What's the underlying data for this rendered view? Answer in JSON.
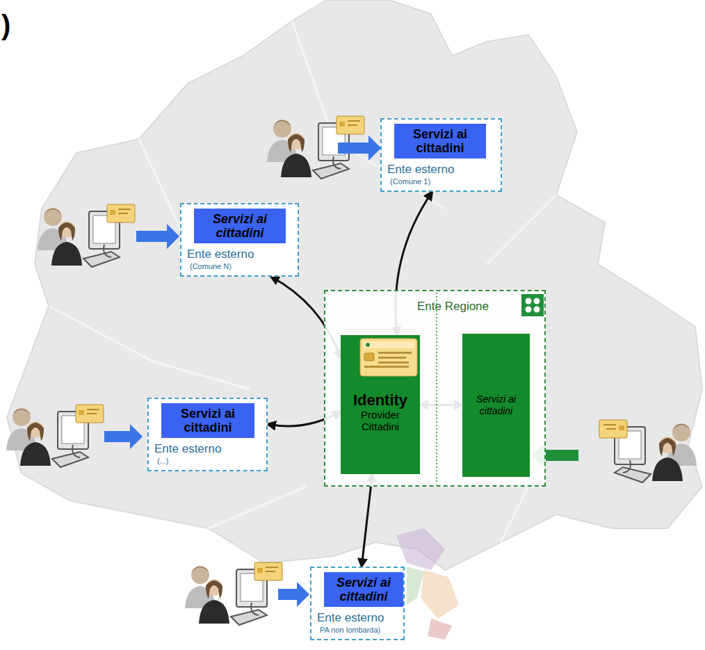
{
  "diagram": {
    "nodes": [
      {
        "text": [
          "Ente esterno",
          "(Comune 1)"
        ]
      },
      {
        "text": [
          "Servizi ai cittadini"
        ],
        "in": 0
      },
      {
        "text": [
          "Ente esterno",
          "(Comune N)"
        ]
      },
      {
        "text": [
          "Servizi ai cittadini"
        ],
        "in": 2
      },
      {
        "text": [
          "Ente Regione"
        ]
      },
      {
        "text": [
          "Identity",
          "Provider Cittadini"
        ],
        "in": 4
      },
      {
        "text": [
          "Servizi ai cittadini"
        ],
        "in": 4
      },
      {
        "text": [
          "Ente esterno",
          "(...)"
        ]
      },
      {
        "text": [
          "Servizi ai cittadini"
        ],
        "in": 7
      },
      {
        "text": [
          "Ente esterno",
          "PA non lombarda)"
        ]
      },
      {
        "text": [
          "Servizi ai cittadini"
        ],
        "in": 9
      }
    ],
    "edges": [
      {
        "from": 0,
        "to": 5,
        "arrow": "both"
      },
      {
        "from": 2,
        "to": 5,
        "arrow": "both"
      },
      {
        "from": 7,
        "to": 5,
        "arrow": "both"
      },
      {
        "from": 9,
        "to": 5,
        "arrow": "both"
      },
      {
        "from": 5,
        "to": 6,
        "arrow": "both"
      }
    ],
    "labels": [
      ")"
    ]
  }
}
